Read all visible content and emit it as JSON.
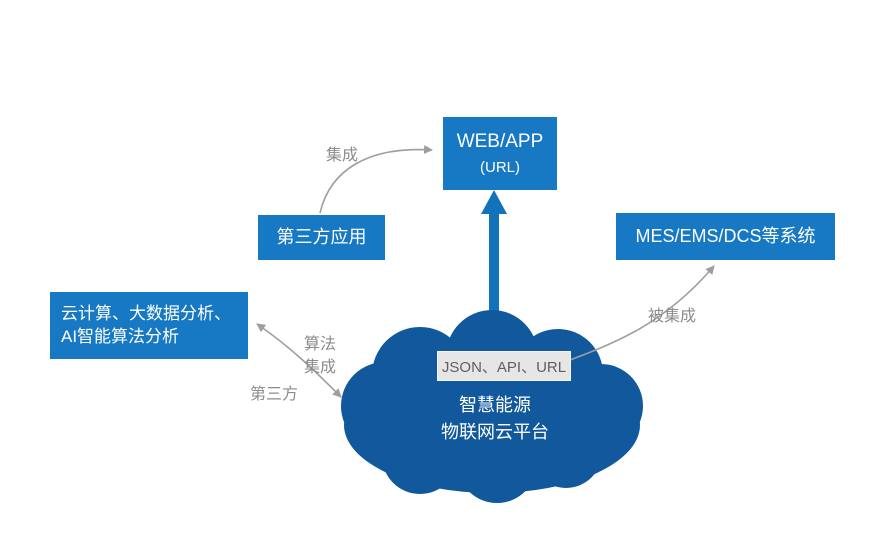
{
  "nodes": {
    "web_app": {
      "title": "WEB/APP",
      "subtitle": "(URL)"
    },
    "third_party_app": {
      "label": "第三方应用"
    },
    "analytics": {
      "line1": "云计算、大数据分析、",
      "line2": "AI智能算法分析"
    },
    "mes": {
      "label": "MES/EMS/DCS等系统"
    },
    "platform": {
      "line1": "智慧能源",
      "line2": "物联网云平台",
      "api_label": "JSON、API、URL"
    }
  },
  "edge_labels": {
    "integrate": "集成",
    "be_integrated": "被集成",
    "algorithm_line1": "算法",
    "algorithm_line2": "集成",
    "third_party": "第三方"
  },
  "colors": {
    "box_blue": "#1778c3",
    "cloud_blue": "#11599c",
    "up_arrow_blue": "#1373ba",
    "arrow_gray": "#9e9e9e",
    "edge_label_gray": "#8c8c8c",
    "api_chip_bg": "#e6e6e6",
    "api_chip_text": "#5f5f5f"
  }
}
